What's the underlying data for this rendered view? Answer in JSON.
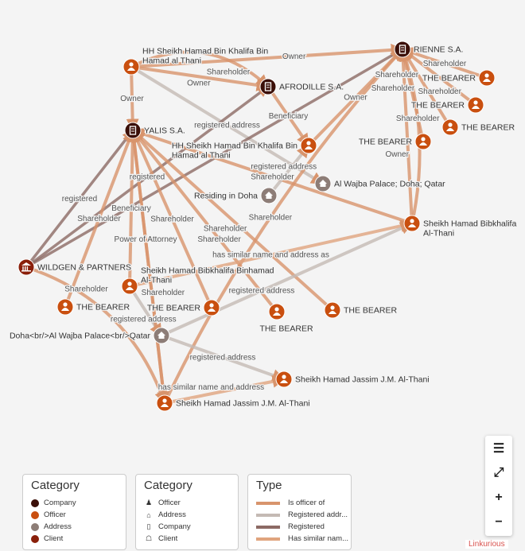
{
  "colors": {
    "company": "#3b0f08",
    "officer": "#c94f0f",
    "address": "#8d7d77",
    "client": "#8a1f0a",
    "is_officer_of": "#d8946c",
    "registered_address": "#c4bab4",
    "registered": "#8c6a64",
    "has_similar_name": "#e0a47e"
  },
  "nodes": [
    {
      "id": "hh1",
      "label": "HH Sheikh Hamad Bin Khalifa Bin",
      "label2": "Hamad al Thani",
      "category": "officer"
    },
    {
      "id": "afrodille",
      "label": "AFRODILLE S.A.",
      "category": "company"
    },
    {
      "id": "rienne",
      "label": "RIENNE S.A.",
      "category": "company"
    },
    {
      "id": "yalis",
      "label": "YALIS S.A.",
      "category": "company"
    },
    {
      "id": "hh2",
      "label": "HH Sheikh Hamad Bin Khalifa Bin",
      "label2": "Hamad al Thani",
      "category": "officer"
    },
    {
      "id": "wajba",
      "label": "Al Wajba Palace; Doha; Qatar",
      "category": "address"
    },
    {
      "id": "residing",
      "label": "Residing in Doha",
      "category": "address"
    },
    {
      "id": "sbk1",
      "label": "Sheikh Hamad Bibkhalifa",
      "label2": "Al-Thani",
      "category": "officer"
    },
    {
      "id": "wildgen",
      "label": "WILDGEN & PARTNERS",
      "category": "client"
    },
    {
      "id": "sbk2",
      "label": "Sheikh Hamad Bibkhalifa Binhamad",
      "label2": "Al-Thani",
      "category": "officer"
    },
    {
      "id": "b1",
      "label": "THE BEARER",
      "category": "officer"
    },
    {
      "id": "b2",
      "label": "THE BEARER",
      "category": "officer"
    },
    {
      "id": "b3",
      "label": "THE BEARER",
      "category": "officer"
    },
    {
      "id": "b4",
      "label": "THE BEARER",
      "category": "officer"
    },
    {
      "id": "doha",
      "label": "Doha<br/>Al Wajba Palace<br/>Qatar",
      "category": "address"
    },
    {
      "id": "jassim1",
      "label": "Sheikh Hamad Jassim J.M. Al-Thani",
      "category": "officer"
    },
    {
      "id": "jassim2",
      "label": "Sheikh Hamad Jassim J.M. Al-Thani",
      "category": "officer"
    },
    {
      "id": "b5",
      "label": "THE BEARER",
      "category": "officer"
    },
    {
      "id": "b6",
      "label": "THE BEARER",
      "category": "officer"
    },
    {
      "id": "b7",
      "label": "THE BEARER",
      "category": "officer"
    },
    {
      "id": "b8",
      "label": "THE BEARER",
      "category": "officer"
    }
  ],
  "edges": [
    {
      "from": "hh1",
      "to": "afrodille",
      "label": "Shareholder",
      "type": "is_officer_of",
      "curve": -60
    },
    {
      "from": "hh1",
      "to": "afrodille",
      "label": "Owner",
      "type": "is_officer_of",
      "curve": 0
    },
    {
      "from": "hh1",
      "to": "rienne",
      "label": "Owner",
      "type": "is_officer_of",
      "curve": 0
    },
    {
      "from": "hh1",
      "to": "yalis",
      "label": "Owner",
      "type": "is_officer_of",
      "curve": 0
    },
    {
      "from": "hh1",
      "to": "wajba",
      "label": "registered address",
      "type": "registered_address",
      "curve": 0
    },
    {
      "from": "afrodille",
      "to": "hh2",
      "label": "Beneficiary",
      "type": "is_officer_of",
      "curve": 0
    },
    {
      "from": "wildgen",
      "to": "yalis",
      "label": "registered",
      "type": "registered",
      "curve": 0
    },
    {
      "from": "wildgen",
      "to": "afrodille",
      "label": "registered",
      "type": "registered",
      "curve": 0
    },
    {
      "from": "wildgen",
      "to": "rienne",
      "label": "",
      "type": "registered",
      "curve": 0
    },
    {
      "from": "sbk1",
      "to": "yalis",
      "label": "Shareholder",
      "type": "is_officer_of",
      "curve": 0
    },
    {
      "from": "residing",
      "to": "hh2",
      "label": "registered address",
      "type": "registered_address",
      "curve": 0
    },
    {
      "from": "b1",
      "to": "yalis",
      "label": "Shareholder",
      "type": "is_officer_of",
      "curve": 0
    },
    {
      "from": "sbk2",
      "to": "yalis",
      "label": "Beneficiary",
      "type": "is_officer_of",
      "curve": 0
    },
    {
      "from": "jassim2",
      "to": "yalis",
      "label": "Power of Attorney",
      "type": "is_officer_of",
      "curve": 0
    },
    {
      "from": "jassim2",
      "to": "rienne",
      "label": "Shareholder",
      "type": "is_officer_of",
      "curve": -40
    },
    {
      "from": "b2",
      "to": "yalis",
      "label": "Shareholder",
      "type": "is_officer_of",
      "curve": 0
    },
    {
      "from": "b3",
      "to": "yalis",
      "label": "Shareholder",
      "type": "is_officer_of",
      "curve": 0
    },
    {
      "from": "b4",
      "to": "yalis",
      "label": "Shareholder",
      "type": "is_officer_of",
      "curve": 0
    },
    {
      "from": "sbk1",
      "to": "rienne",
      "label": "Shareholder",
      "type": "is_officer_of",
      "curve": 30
    },
    {
      "from": "sbk1",
      "to": "rienne",
      "label": "Owner",
      "type": "is_officer_of",
      "curve": 0
    },
    {
      "from": "b5",
      "to": "rienne",
      "label": "Shareholder",
      "type": "is_officer_of",
      "curve": 0
    },
    {
      "from": "b6",
      "to": "rienne",
      "label": "Shareholder",
      "type": "is_officer_of",
      "curve": 0
    },
    {
      "from": "b7",
      "to": "rienne",
      "label": "Shareholder",
      "type": "is_officer_of",
      "curve": 0
    },
    {
      "from": "b8",
      "to": "rienne",
      "label": "Shareholder",
      "type": "is_officer_of",
      "curve": 0
    },
    {
      "from": "sbk2",
      "to": "sbk1",
      "label": "has similar name and address as",
      "type": "has_similar_name",
      "curve": 0
    },
    {
      "from": "doha",
      "to": "sbk1",
      "label": "registered address",
      "type": "registered_address",
      "curve": 0
    },
    {
      "from": "doha",
      "to": "jassim1",
      "label": "registered address",
      "type": "registered_address",
      "curve": 0
    },
    {
      "from": "jassim2",
      "to": "jassim1",
      "label": "has similar name and address",
      "type": "has_similar_name",
      "curve": 0
    },
    {
      "from": "sbk2",
      "to": "doha",
      "label": "registered address",
      "type": "registered_address",
      "curve": 0
    },
    {
      "from": "wildgen",
      "to": "jassim2",
      "label": "Shareholder",
      "type": "is_officer_of",
      "curve": -60
    },
    {
      "from": "yalis",
      "to": "jassim2",
      "label": "Shareholder",
      "type": "is_officer_of",
      "curve": 0
    },
    {
      "from": "hh2",
      "to": "rienne",
      "label": "Owner",
      "type": "is_officer_of",
      "curve": 0
    }
  ],
  "legend_color": {
    "title": "Category",
    "items": [
      {
        "label": "Company",
        "category": "company"
      },
      {
        "label": "Officer",
        "category": "officer"
      },
      {
        "label": "Address",
        "category": "address"
      },
      {
        "label": "Client",
        "category": "client"
      }
    ]
  },
  "legend_icon": {
    "title": "Category",
    "items": [
      {
        "label": "Officer",
        "icon": "person-icon",
        "glyph": "♟"
      },
      {
        "label": "Address",
        "icon": "house-icon",
        "glyph": "⌂"
      },
      {
        "label": "Company",
        "icon": "building-icon",
        "glyph": "▯"
      },
      {
        "label": "Client",
        "icon": "bank-icon",
        "glyph": "☖"
      }
    ]
  },
  "legend_type": {
    "title": "Type",
    "items": [
      {
        "label": "Is officer of",
        "type": "is_officer_of"
      },
      {
        "label": "Registered addr...",
        "type": "registered_address"
      },
      {
        "label": "Registered",
        "type": "registered"
      },
      {
        "label": "Has similar nam...",
        "type": "has_similar_name"
      }
    ]
  },
  "controls": {
    "legend": "☰",
    "fit": "⤢",
    "zoom_in": "+",
    "zoom_out": "−"
  },
  "brand": "Linkurious"
}
